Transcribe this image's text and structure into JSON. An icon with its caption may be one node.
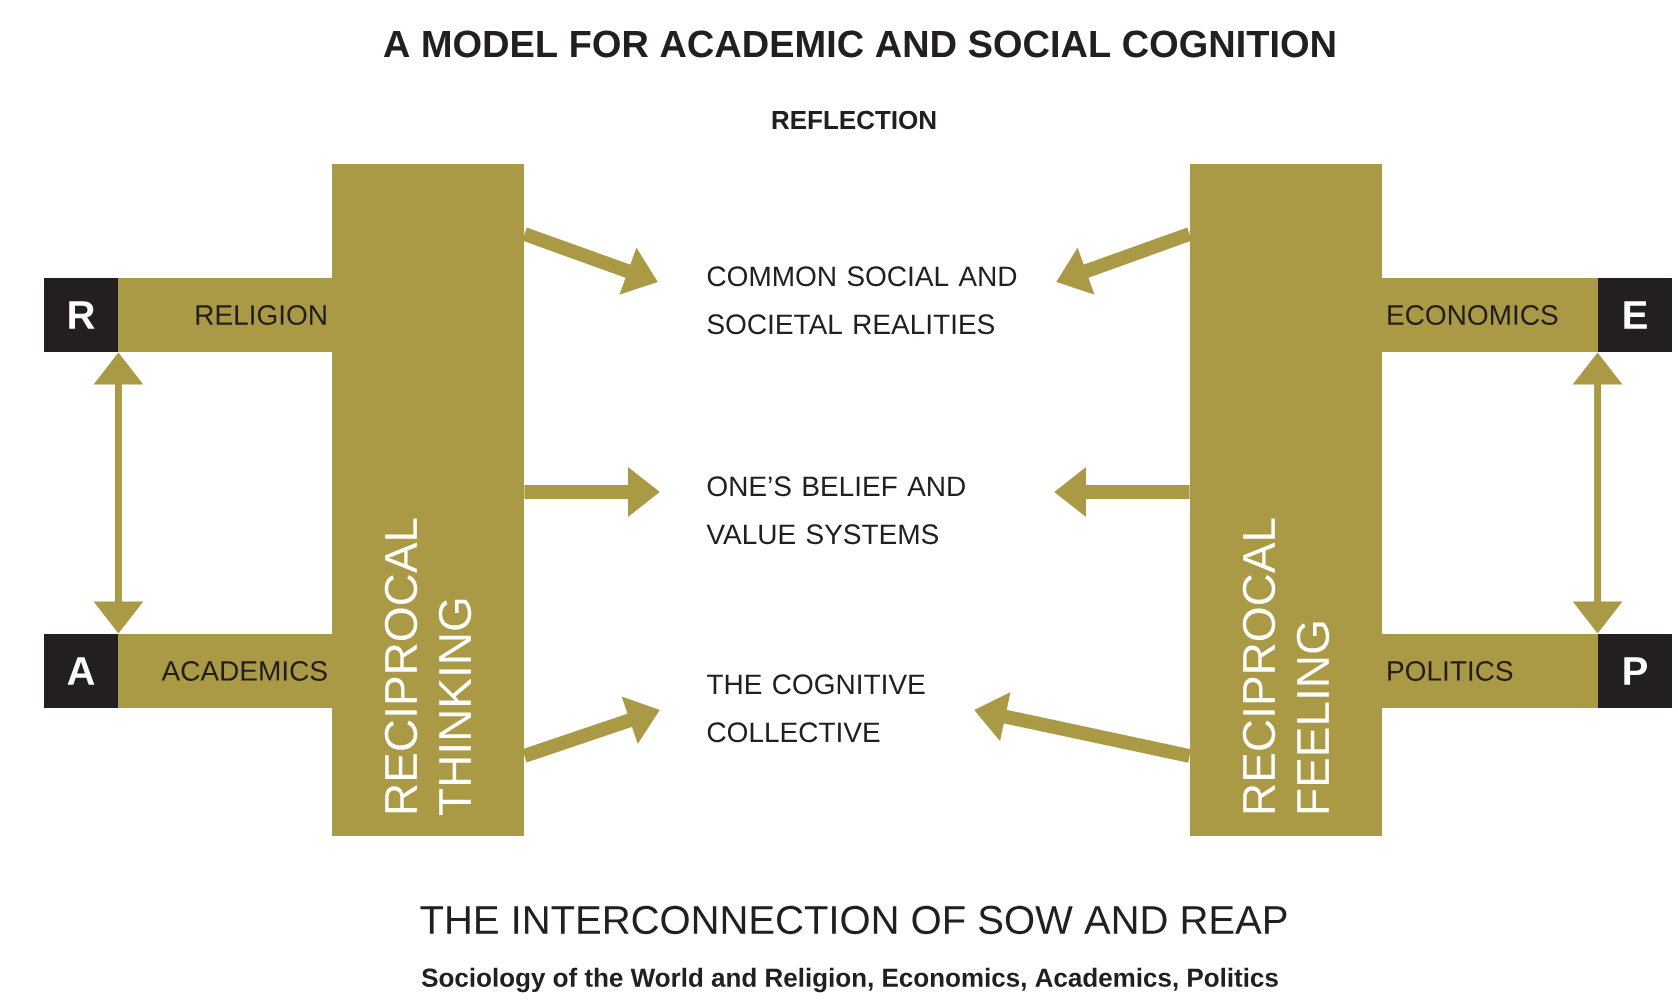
{
  "diagram": {
    "title": "A MODEL FOR ACADEMIC AND SOCIAL COGNITION",
    "nodes": [
      {
        "text": [
          "R"
        ]
      },
      {
        "text": [
          "RELIGION"
        ]
      },
      {
        "text": [
          "A"
        ]
      },
      {
        "text": [
          "ACADEMICS"
        ]
      },
      {
        "text": [
          "RECIPROCAL THINKING"
        ]
      },
      {
        "text": [
          "COMMON SOCIAL AND SOCIETAL REALITIES"
        ]
      },
      {
        "text": [
          "ONE’S BELIEF AND VALUE SYSTEMS"
        ]
      },
      {
        "text": [
          "THE COGNITIVE COLLECTIVE"
        ]
      },
      {
        "text": [
          "RECIPROCAL FEELING"
        ]
      },
      {
        "text": [
          "ECONOMICS"
        ]
      },
      {
        "text": [
          "E"
        ]
      },
      {
        "text": [
          "POLITICS"
        ]
      },
      {
        "text": [
          "P"
        ]
      }
    ],
    "edges": [
      {
        "from": 0,
        "to": 2,
        "arrow": "both"
      },
      {
        "from": 10,
        "to": 12,
        "arrow": "both"
      },
      {
        "from": 4,
        "to": 5,
        "arrow": "to"
      },
      {
        "from": 4,
        "to": 6,
        "arrow": "to"
      },
      {
        "from": 4,
        "to": 7,
        "arrow": "to"
      },
      {
        "from": 8,
        "to": 5,
        "arrow": "to"
      },
      {
        "from": 8,
        "to": 6,
        "arrow": "to"
      },
      {
        "from": 8,
        "to": 7,
        "arrow": "to"
      }
    ],
    "labels": [
      "REFLECTION",
      "THE INTERCONNECTION OF SOW AND REAP",
      "Sociology of the World and Religion, Economics, Academics, Politics"
    ]
  }
}
